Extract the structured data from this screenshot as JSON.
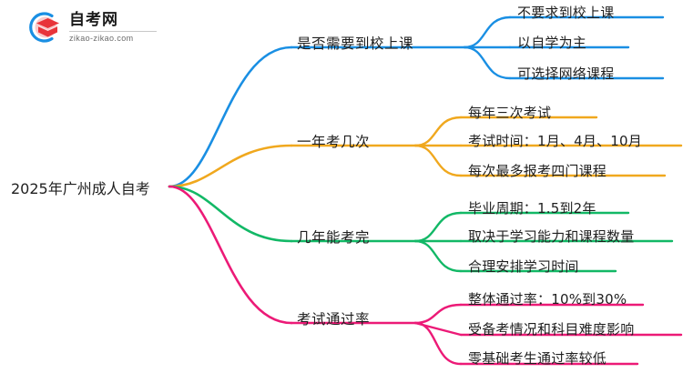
{
  "logo": {
    "title": "自考网",
    "domain": "zikao-zikao.com",
    "mark_outer_color": "#1a8fe3",
    "mark_inner_color": "#e8343a"
  },
  "mindmap": {
    "root": {
      "label": "2025年广州成人自考"
    },
    "branches": [
      {
        "label": "是否需要到校上课",
        "color": "#1a8fe3",
        "children": [
          {
            "label": "不要求到校上课"
          },
          {
            "label": "以自学为主"
          },
          {
            "label": "可选择网络课程"
          }
        ]
      },
      {
        "label": "一年考几次",
        "color": "#f0a81e",
        "children": [
          {
            "label": "每年三次考试"
          },
          {
            "label": "考试时间：1月、4月、10月"
          },
          {
            "label": "每次最多报考四门课程"
          }
        ]
      },
      {
        "label": "几年能考完",
        "color": "#12b866",
        "children": [
          {
            "label": "毕业周期：1.5到2年"
          },
          {
            "label": "取决于学习能力和课程数量"
          },
          {
            "label": "合理安排学习时间"
          }
        ]
      },
      {
        "label": "考试通过率",
        "color": "#ec1a77",
        "children": [
          {
            "label": "整体通过率：10%到30%"
          },
          {
            "label": "受备考情况和科目难度影响"
          },
          {
            "label": "零基础考生通过率较低"
          }
        ]
      }
    ]
  }
}
